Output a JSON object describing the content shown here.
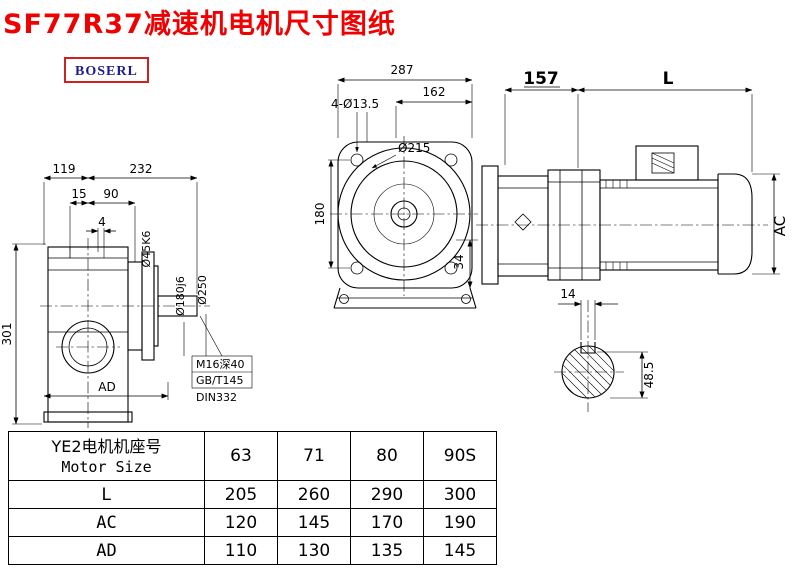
{
  "page": {
    "title": "SF77R37减速机电机尺寸图纸",
    "logo": "BOSERL"
  },
  "dims": {
    "left": {
      "w119": "119",
      "w232": "232",
      "w15": "15",
      "w90": "90",
      "w4": "4",
      "h301": "301",
      "ad": "AD",
      "shaft": "Ø45K6",
      "spigot": "Ø180j6",
      "flange": "Ø250",
      "note1": "M16深40",
      "note2": "GB/T145",
      "note3": "DIN332"
    },
    "front": {
      "w287": "287",
      "w162": "162",
      "holes": "4-Ø13.5",
      "bore": "Ø215",
      "h180": "180",
      "h34": "34"
    },
    "motor": {
      "w157": "157",
      "len": "L",
      "ac": "AC"
    },
    "shaft_section": {
      "key_w": "14",
      "key_h": "48.5"
    }
  },
  "table": {
    "header_cn": "YE2电机机座号",
    "header_en": "Motor Size",
    "sizes": [
      "63",
      "71",
      "80",
      "90S"
    ],
    "rows": [
      {
        "label": "L",
        "values": [
          "205",
          "260",
          "290",
          "300"
        ]
      },
      {
        "label": "AC",
        "values": [
          "120",
          "145",
          "170",
          "190"
        ]
      },
      {
        "label": "AD",
        "values": [
          "110",
          "130",
          "135",
          "145"
        ]
      }
    ]
  }
}
